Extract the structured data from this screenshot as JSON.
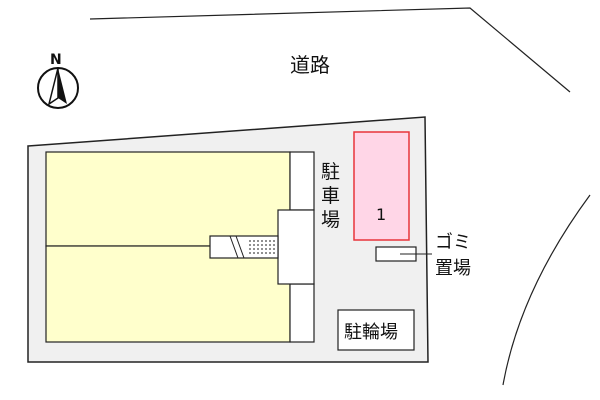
{
  "compass": {
    "north_label": "N"
  },
  "road": {
    "label": "道路"
  },
  "parking": {
    "label_chars": [
      "駐",
      "車",
      "場"
    ],
    "space_number": "1",
    "space_fill": "#ffd6e7",
    "space_stroke": "#e8343a"
  },
  "garbage": {
    "label_line1": "ゴミ",
    "label_line2": "置場"
  },
  "bicycle_parking": {
    "label": "駐輪場"
  },
  "colors": {
    "lot_fill": "#f0f0f0",
    "building_fill": "#ffffcc",
    "line": "#222222"
  }
}
